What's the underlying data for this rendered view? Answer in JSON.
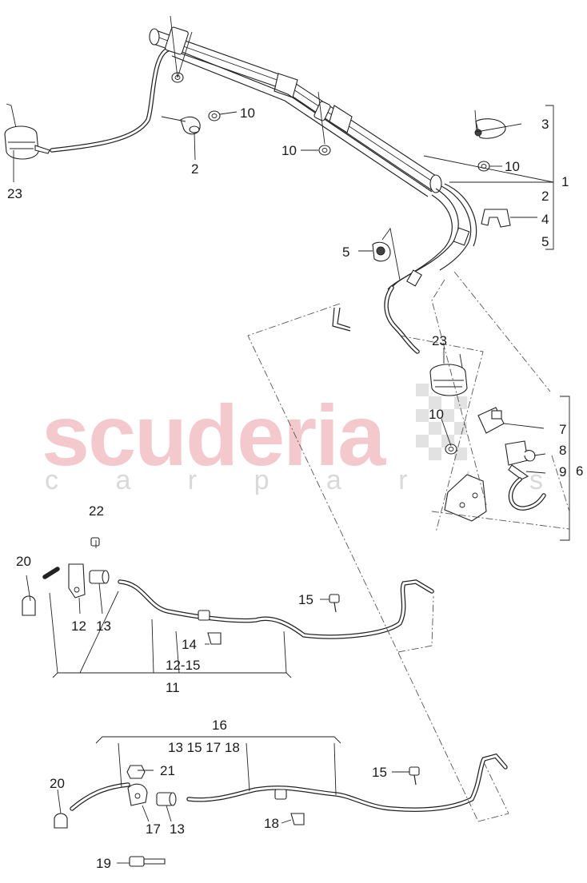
{
  "watermark": {
    "brand": "scuderia",
    "tagline": "c a r   p a r t s"
  },
  "callouts": {
    "c1": "1",
    "c2a": "2",
    "c2b": "2",
    "c3": "3",
    "c4": "4",
    "c5a": "5",
    "c5b": "5",
    "c6": "6",
    "c7": "7",
    "c8": "8",
    "c9": "9",
    "c10a": "10",
    "c10b": "10",
    "c10c": "10",
    "c10d": "10",
    "c11": "11",
    "c12": "12",
    "c12_15": "12-15",
    "c13a": "13",
    "c13b": "13",
    "c13_18": "13 15 17 18",
    "c14": "14",
    "c15a": "15",
    "c15b": "15",
    "c16": "16",
    "c17": "17",
    "c18": "18",
    "c19": "19",
    "c20a": "20",
    "c20b": "20",
    "c21": "21",
    "c22": "22",
    "c23a": "23",
    "c23b": "23"
  }
}
